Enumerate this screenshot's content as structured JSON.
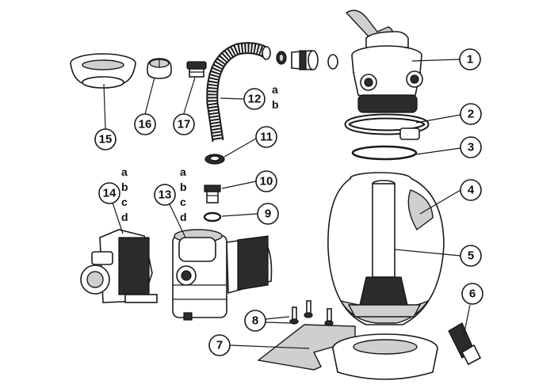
{
  "callouts": [
    {
      "id": "1",
      "label": "1"
    },
    {
      "id": "2",
      "label": "2"
    },
    {
      "id": "3",
      "label": "3"
    },
    {
      "id": "4",
      "label": "4"
    },
    {
      "id": "5",
      "label": "5"
    },
    {
      "id": "6",
      "label": "6"
    },
    {
      "id": "7",
      "label": "7"
    },
    {
      "id": "8",
      "label": "8"
    },
    {
      "id": "9",
      "label": "9"
    },
    {
      "id": "10",
      "label": "10"
    },
    {
      "id": "11",
      "label": "11"
    },
    {
      "id": "12",
      "label": "12"
    },
    {
      "id": "13",
      "label": "13"
    },
    {
      "id": "14",
      "label": "14"
    },
    {
      "id": "15",
      "label": "15"
    },
    {
      "id": "16",
      "label": "16"
    },
    {
      "id": "17",
      "label": "17"
    }
  ],
  "variants": {
    "part12": [
      "a",
      "b"
    ],
    "part13": [
      "a",
      "b",
      "c",
      "d"
    ],
    "part14": [
      "a",
      "b",
      "c",
      "d"
    ]
  }
}
